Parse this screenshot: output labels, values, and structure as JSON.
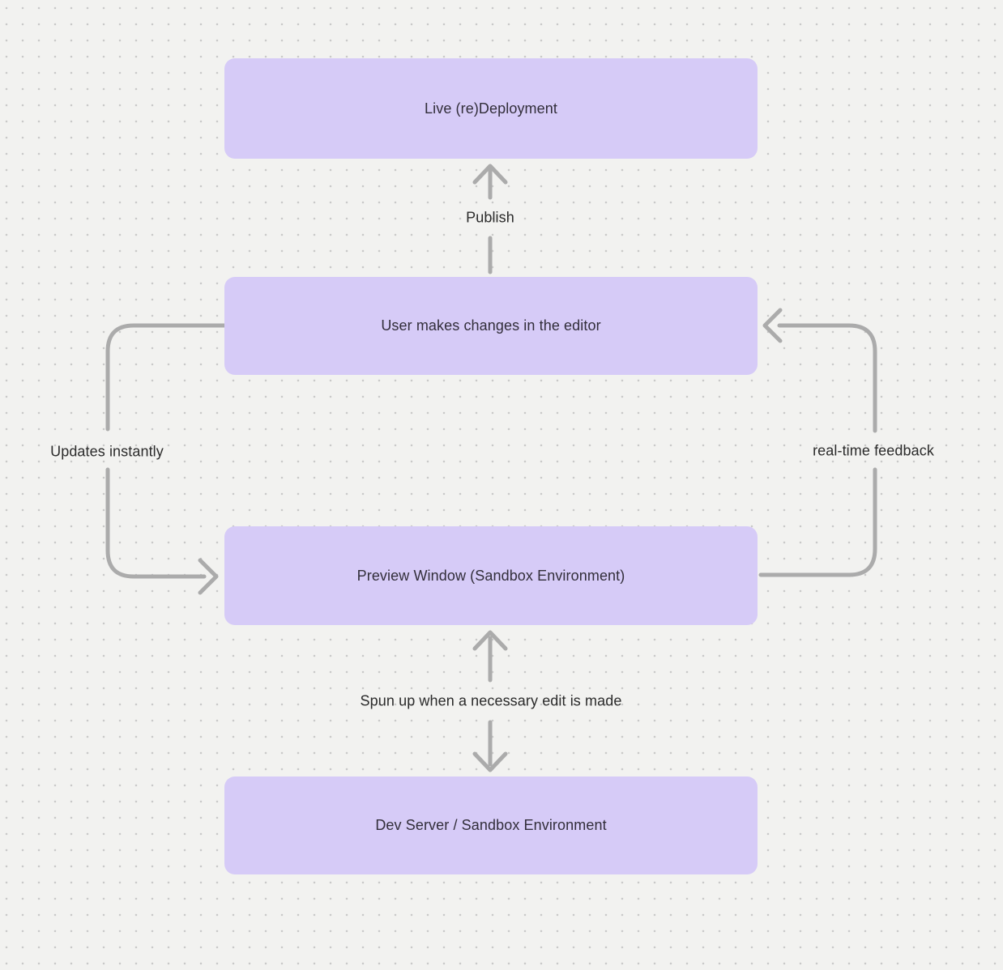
{
  "canvas": {
    "background_color": "#F2F2F0",
    "dot_color": "#C9C9C9"
  },
  "style": {
    "node_fill": "#D6CBF7",
    "node_text_color": "#322E3A",
    "arrow_color": "#ABABAB",
    "edge_label_color": "#2B2B2B"
  },
  "nodes": [
    {
      "id": "live-redeployment",
      "label": "Live (re)Deployment"
    },
    {
      "id": "user-changes",
      "label": "User makes changes in the editor"
    },
    {
      "id": "preview-window",
      "label": "Preview Window (Sandbox Environment)"
    },
    {
      "id": "dev-server",
      "label": "Dev Server / Sandbox Environment"
    }
  ],
  "edges": [
    {
      "label": "Publish",
      "from": "User makes changes in the editor",
      "to": "Live (re)Deployment",
      "direction": "up"
    },
    {
      "label": "Updates instantly",
      "from": "User makes changes in the editor",
      "to": "Preview Window (Sandbox Environment)",
      "direction": "left-loop"
    },
    {
      "label": "real-time feedback",
      "from": "Preview Window (Sandbox Environment)",
      "to": "User makes changes in the editor",
      "direction": "right-loop"
    },
    {
      "label": "Spun up when a necessary edit is made",
      "from": "Preview Window (Sandbox Environment)",
      "to": "Dev Server / Sandbox Environment",
      "direction": "bidirectional"
    }
  ]
}
